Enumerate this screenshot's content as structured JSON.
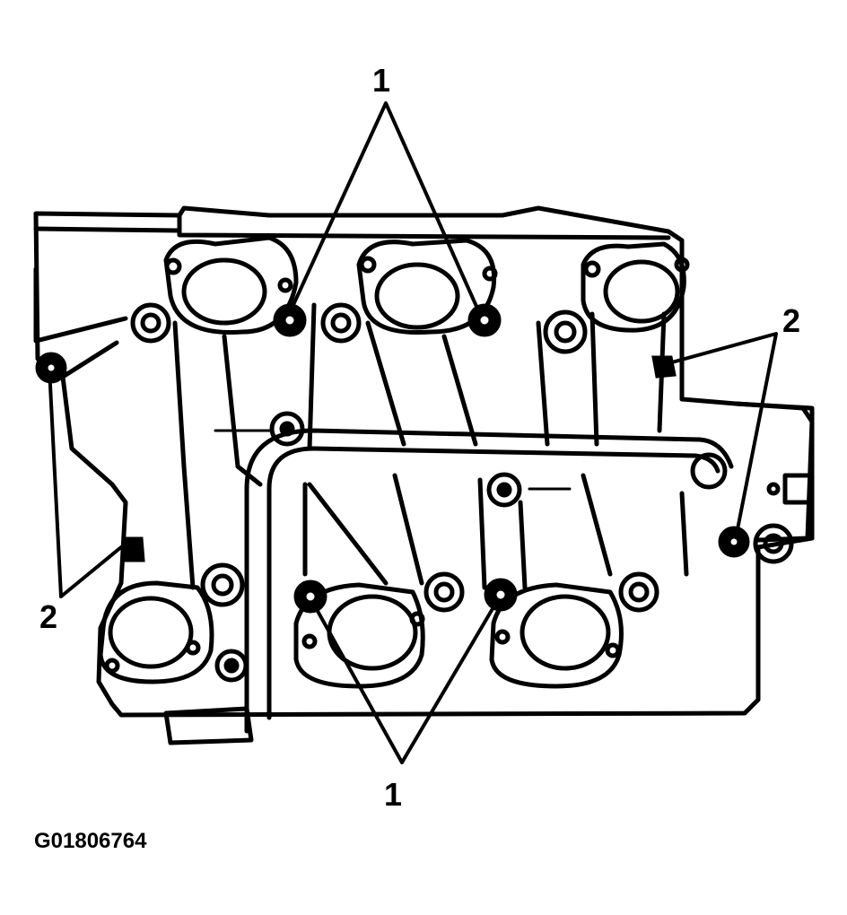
{
  "callouts": {
    "top_1": "1",
    "bottom_1": "1",
    "right_2": "2",
    "left_2": "2"
  },
  "figure_id": "G01806764",
  "colors": {
    "ink": "#000000",
    "paper": "#ffffff"
  }
}
